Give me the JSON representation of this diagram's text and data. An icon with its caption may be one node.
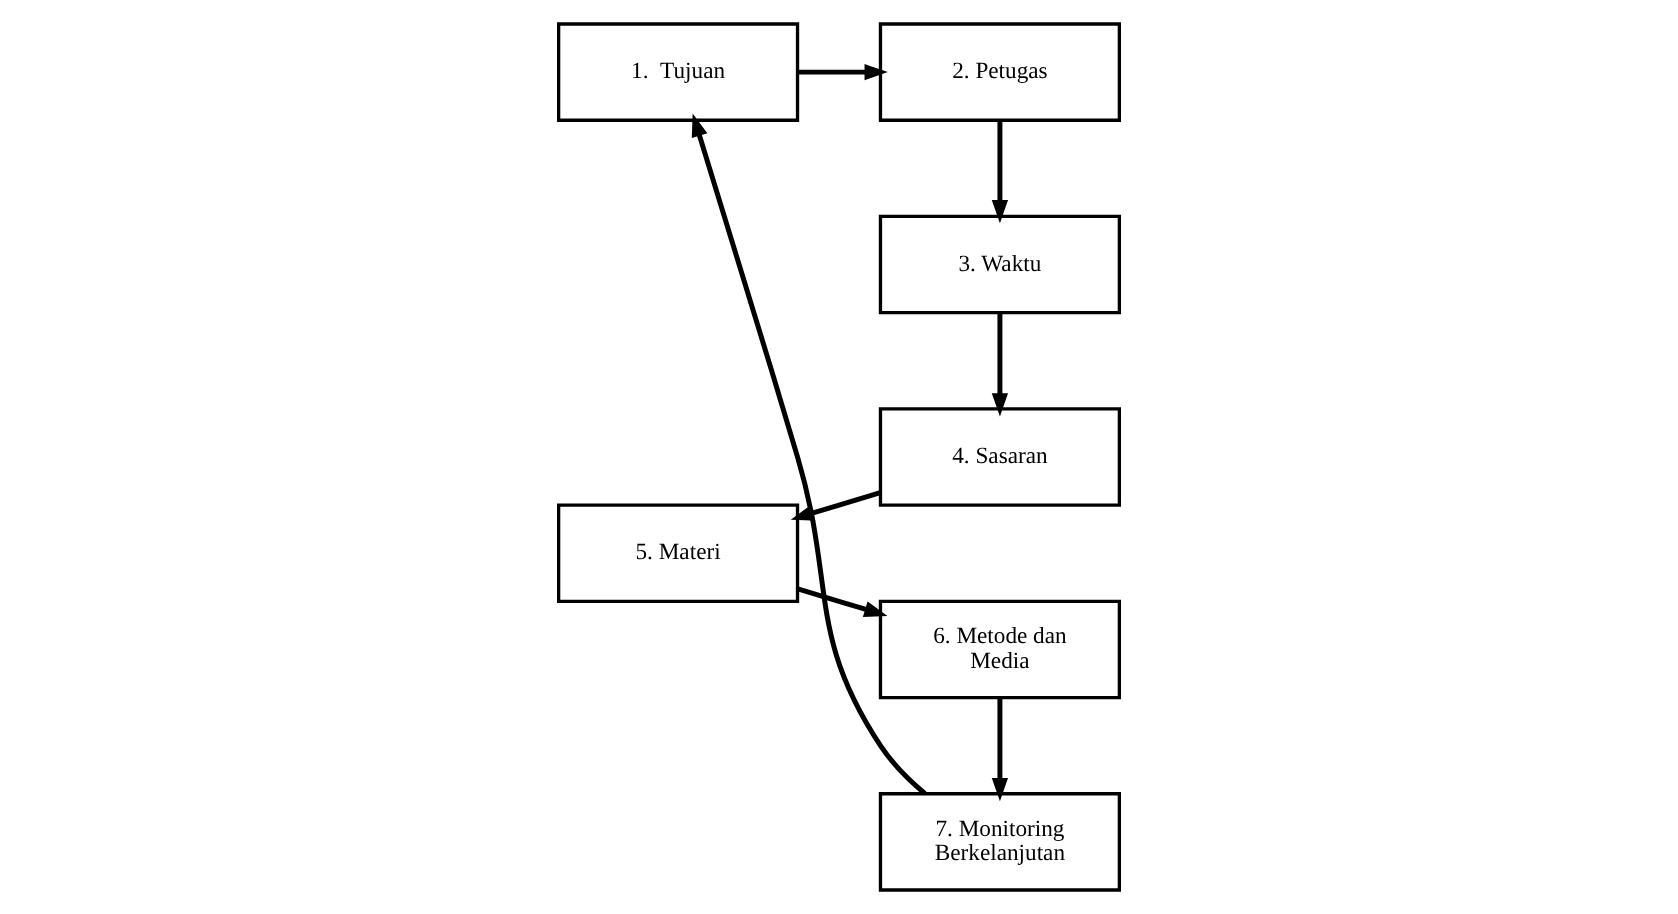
{
  "diagram": {
    "nodes": [
      {
        "text": [
          "1.  Tujuan"
        ]
      },
      {
        "text": [
          "2. Petugas"
        ]
      },
      {
        "text": [
          "3. Waktu"
        ]
      },
      {
        "text": [
          "4. Sasaran"
        ]
      },
      {
        "text": [
          "5. Materi"
        ]
      },
      {
        "text": [
          "6. Metode dan Media"
        ]
      },
      {
        "text": [
          "7. Monitoring Berkelanjutan"
        ]
      }
    ],
    "edges": [
      {
        "from": 0,
        "to": 1,
        "arrow": "to"
      },
      {
        "from": 1,
        "to": 2,
        "arrow": "to"
      },
      {
        "from": 2,
        "to": 3,
        "arrow": "to"
      },
      {
        "from": 3,
        "to": 4,
        "arrow": "to"
      },
      {
        "from": 4,
        "to": 5,
        "arrow": "to"
      },
      {
        "from": 5,
        "to": 6,
        "arrow": "to"
      },
      {
        "from": 6,
        "to": 0,
        "arrow": "to"
      }
    ]
  }
}
